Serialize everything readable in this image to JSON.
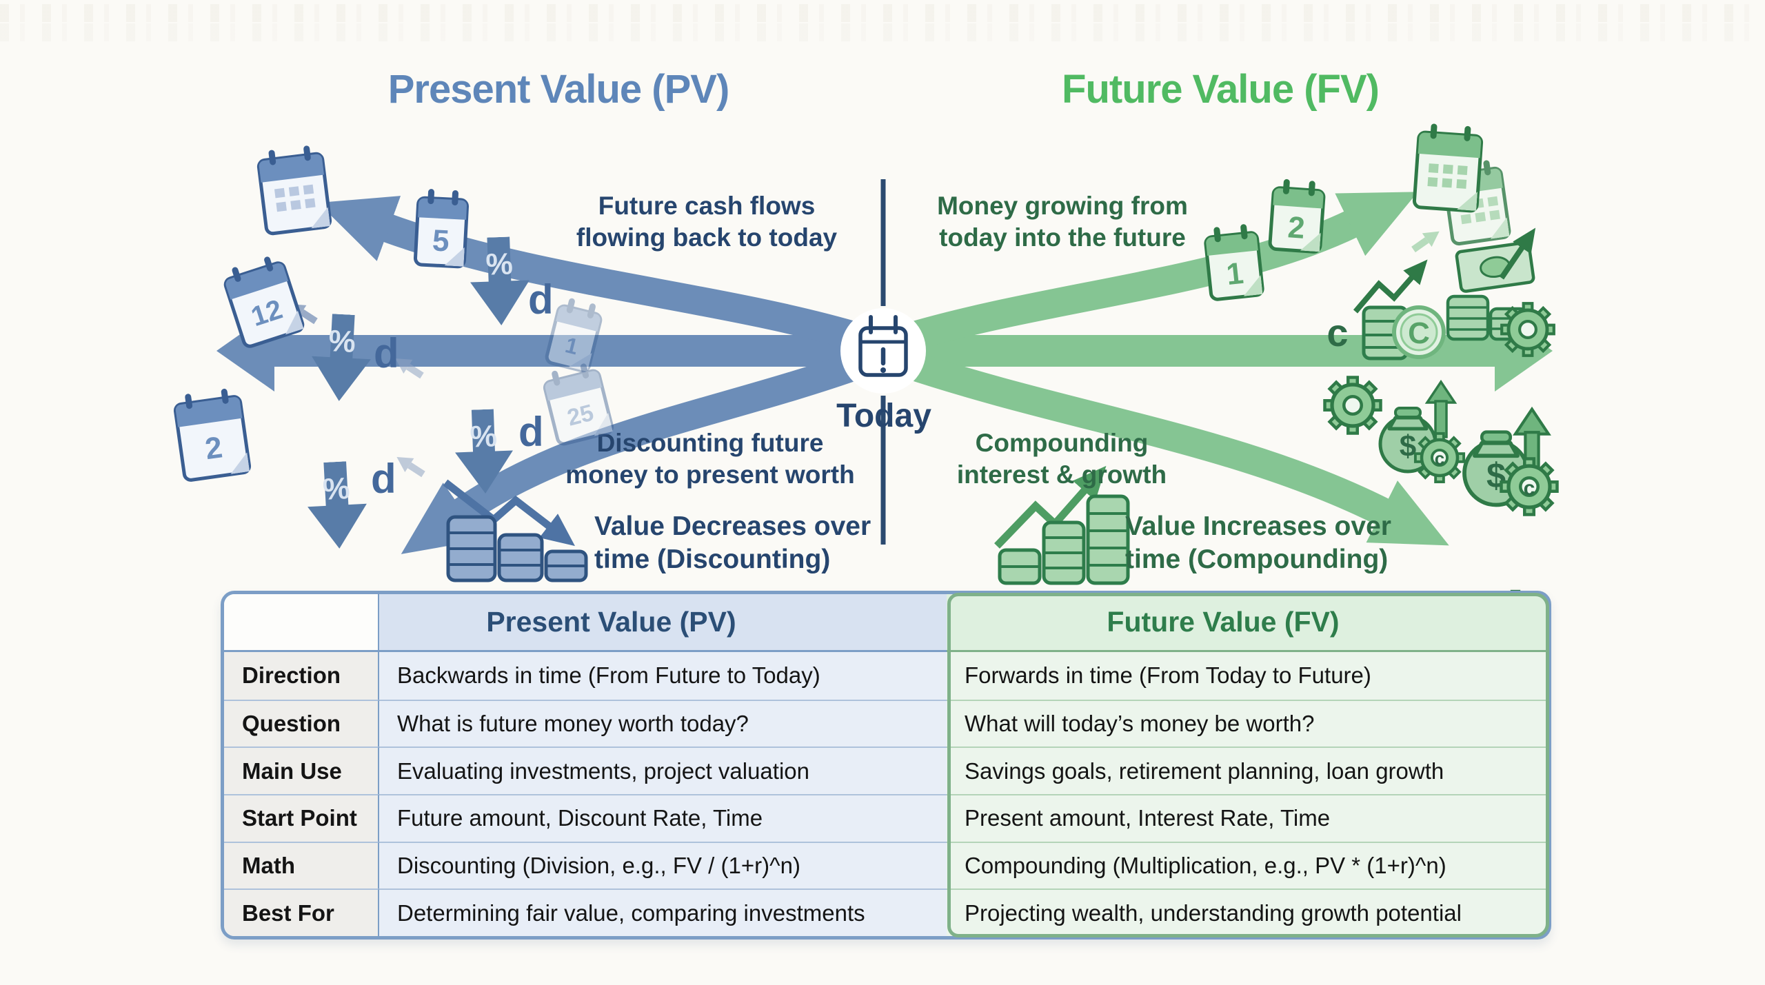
{
  "page": {
    "bg_color": "#FBFAF6"
  },
  "titles": {
    "pv": "Present Value (PV)",
    "fv": "Future Value (FV)"
  },
  "colors": {
    "pv_accent": "#5E86B9",
    "fv_accent": "#50BA62",
    "pv_dark": "#26456E",
    "fv_dark": "#2E6B47",
    "pv_arrow": "#6C8DB8",
    "fv_arrow": "#85C593"
  },
  "center": {
    "label": "Today"
  },
  "captions": {
    "pv_flow_line1": "Future cash flows",
    "pv_flow_line2": "flowing back to today",
    "fv_flow_line1": "Money growing from",
    "fv_flow_line2": "today into the future",
    "pv_discount_line1": "Discounting future",
    "pv_discount_line2": "money to present worth",
    "fv_compound_line1": "Compounding",
    "fv_compound_line2": "interest & growth",
    "pv_value": {
      "pre": "Value ",
      "em": "Decreases",
      "post": " over",
      "line2": "time (Discounting)"
    },
    "fv_value": {
      "pre": "Value ",
      "em": "Increases",
      "post": " over",
      "line2": "time (Compounding)"
    }
  },
  "glyphs": {
    "discount": "d",
    "percent": "%",
    "compound_small": "c",
    "compound_big": "C",
    "dollar": "$"
  },
  "calendars": {
    "blue_five": "5",
    "blue_twelve": "12",
    "blue_two": "2",
    "blue_one": "1",
    "blue_twentyfive": "25",
    "green_one": "1",
    "green_two": "2"
  },
  "table": {
    "headers": {
      "pv": "Present Value (PV)",
      "fv": "Future Value (FV)"
    },
    "rows": [
      {
        "label": "Direction",
        "pv": "Backwards in time (From Future to Today)",
        "fv": "Forwards in time (From Today to Future)"
      },
      {
        "label": "Question",
        "pv": "What is future money worth today?",
        "fv": "What will today’s money be worth?"
      },
      {
        "label": "Main Use",
        "pv": "Evaluating investments, project valuation",
        "fv": "Savings goals, retirement planning, loan growth"
      },
      {
        "label": "Start Point",
        "pv": "Future amount, Discount Rate, Time",
        "fv": "Present amount, Interest Rate, Time"
      },
      {
        "label": "Math",
        "pv": "Discounting (Division, e.g., FV / (1+r)^n)",
        "fv": "Compounding (Multiplication, e.g., PV * (1+r)^n)"
      },
      {
        "label": "Best For",
        "pv": "Determining fair value, comparing investments",
        "fv": "Projecting wealth, understanding growth potential"
      }
    ]
  }
}
